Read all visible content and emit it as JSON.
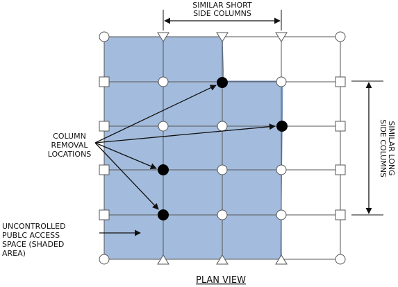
{
  "labels": {
    "short_side": [
      "SIMILAR SHORT",
      "SIDE COLUMNS"
    ],
    "long_side": [
      "SIMILAR LONG",
      "SIDE COLUMNS"
    ],
    "removal": [
      "COLUMN",
      "REMOVAL",
      "LOCATIONS"
    ],
    "uncontrolled": [
      "UNCONTROLLED",
      "PUBLC ACCESS",
      "SPACE (SHADED",
      "AREA)"
    ],
    "view_title": "PLAN VIEW"
  },
  "colors": {
    "shaded_area": "#a3bcdd",
    "grid_line": "#555555",
    "removed_column": "#000000"
  }
}
